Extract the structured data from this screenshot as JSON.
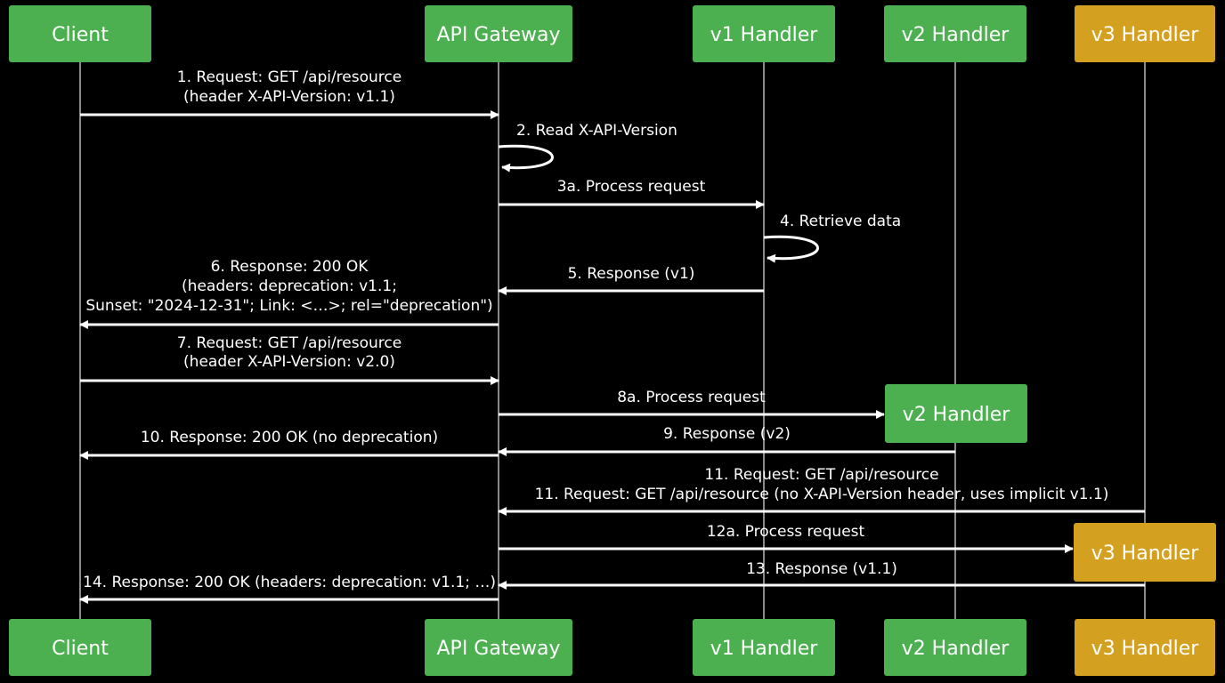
{
  "colors": {
    "background": "#000000",
    "participant_green": "#4caf50",
    "participant_gold": "#d4a020",
    "lifeline": "#8a8a8a",
    "arrow": "#ffffff",
    "text": "#ffffff"
  },
  "participants": [
    {
      "id": "client",
      "label": "Client",
      "color": "participant_green"
    },
    {
      "id": "gateway",
      "label": "API Gateway",
      "color": "participant_green"
    },
    {
      "id": "v1",
      "label": "v1 Handler",
      "color": "participant_green"
    },
    {
      "id": "v2",
      "label": "v2 Handler",
      "color": "participant_green"
    },
    {
      "id": "v3",
      "label": "v3 Handler",
      "color": "participant_gold"
    }
  ],
  "activations": [
    {
      "participant": "v2",
      "label": "v2 Handler",
      "color": "participant_green"
    },
    {
      "participant": "v3",
      "label": "v3 Handler",
      "color": "participant_gold"
    }
  ],
  "messages": [
    {
      "id": "m1",
      "from": "client",
      "to": "gateway",
      "lines": [
        "1. Request: GET /api/resource",
        "(header X-API-Version: v1.1)"
      ]
    },
    {
      "id": "m2",
      "from": "gateway",
      "to": "gateway",
      "lines": [
        "2. Read X-API-Version"
      ]
    },
    {
      "id": "m3",
      "from": "gateway",
      "to": "v1",
      "lines": [
        "3a. Process request"
      ]
    },
    {
      "id": "m4",
      "from": "v1",
      "to": "v1",
      "lines": [
        "4. Retrieve data"
      ]
    },
    {
      "id": "m5",
      "from": "v1",
      "to": "gateway",
      "lines": [
        "5. Response (v1)"
      ]
    },
    {
      "id": "m6",
      "from": "gateway",
      "to": "client",
      "lines": [
        "6. Response: 200 OK",
        "(headers: deprecation: v1.1;",
        "Sunset: \"2024-12-31\"; Link: <…>; rel=\"deprecation\")"
      ]
    },
    {
      "id": "m7",
      "from": "client",
      "to": "gateway",
      "lines": [
        "7. Request: GET /api/resource",
        "(header X-API-Version: v2.0)"
      ]
    },
    {
      "id": "m8",
      "from": "gateway",
      "to": "v2",
      "lines": [
        "8a. Process request"
      ]
    },
    {
      "id": "m9",
      "from": "v2",
      "to": "gateway",
      "lines": [
        "9. Response (v2)"
      ]
    },
    {
      "id": "m10",
      "from": "gateway",
      "to": "client",
      "lines": [
        "10. Response: 200 OK (no deprecation)"
      ]
    },
    {
      "id": "m11",
      "from": "v3",
      "to": "gateway",
      "lines": [
        "11. Request: GET /api/resource",
        "11. Request: GET /api/resource (no X-API-Version header, uses implicit v1.1)"
      ]
    },
    {
      "id": "m12",
      "from": "gateway",
      "to": "v3",
      "lines": [
        "12a. Process request"
      ]
    },
    {
      "id": "m13",
      "from": "v3",
      "to": "gateway",
      "lines": [
        "13. Response (v1.1)"
      ]
    },
    {
      "id": "m14",
      "from": "gateway",
      "to": "client",
      "lines": [
        "14. Response: 200 OK (headers: deprecation: v1.1; …)"
      ]
    }
  ]
}
